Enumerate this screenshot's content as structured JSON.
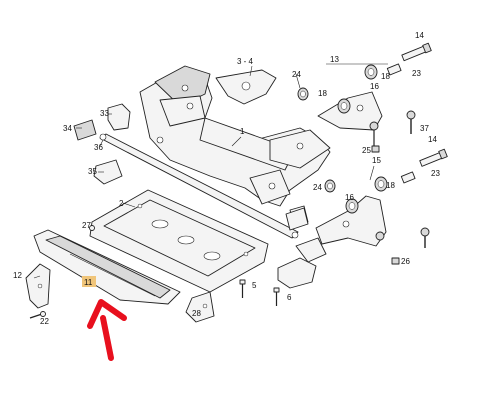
{
  "callouts": {
    "c1": "1",
    "c2": "2",
    "c34": "3 - 4",
    "c5": "5",
    "c6": "6",
    "c11": "11",
    "c12": "12",
    "c13": "13",
    "c14": "14",
    "c15": "15",
    "c16": "16",
    "c18": "18",
    "c22": "22",
    "c23": "23",
    "c24": "24",
    "c25": "25",
    "c26": "26",
    "c27": "27",
    "c28": "28",
    "c33": "33",
    "c34b": "34",
    "c35": "35",
    "c36": "36",
    "c37": "37"
  },
  "colors": {
    "highlight_box": "#f0c57a",
    "arrow": "#e8101e",
    "line": "#222222"
  },
  "highlighted_part": "11"
}
